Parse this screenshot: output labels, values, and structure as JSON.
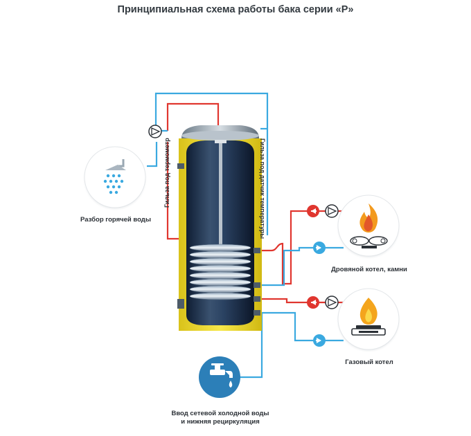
{
  "title": "Принципиальная схема работы бака серии «P»",
  "labels": {
    "hot_water": "Разбор горячей воды",
    "wood_boiler": "Дровяной котел, камни",
    "gas_boiler": "Газовый котел",
    "cold_water_line1": "Ввод сетевой холодной воды",
    "cold_water_line2": "и нижняя рециркуляция",
    "thermometer_sleeve": "Гильза под термометр",
    "sensor_sleeve": "Гильза под датчик температуры"
  },
  "icons": {
    "hot_water": "shower-icon",
    "wood_boiler": "wood-fire-icon",
    "gas_boiler": "gas-flame-icon",
    "cold_water": "water-tap-icon",
    "pump": "pump-icon",
    "flow_hot": "red-arrow-icon",
    "flow_cold": "blue-arrow-icon"
  },
  "colors": {
    "hot_line": "#e0362f",
    "cold_line": "#3aa9e0",
    "tank_jacket": "#f2df2a",
    "tank_body": "#1d2f4a",
    "tap_circle": "#2c7fb8"
  }
}
